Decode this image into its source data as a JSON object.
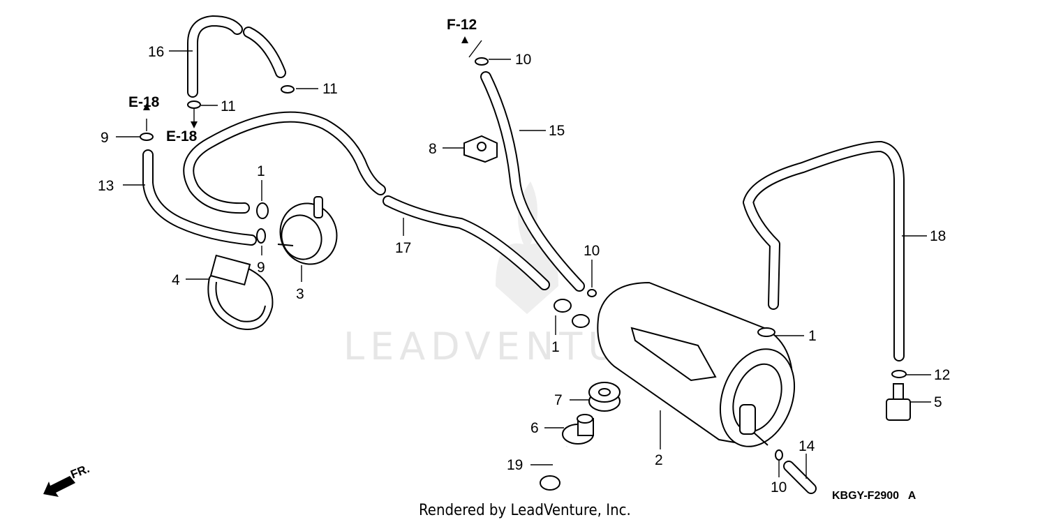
{
  "watermark": "LEADVENTURE",
  "footer": "Rendered by LeadVenture, Inc.",
  "diagram_code": "KBGY-F2900   A",
  "direction_label": "FR.",
  "references": {
    "f12": "F-12",
    "e18_top": "E-18",
    "e18_bottom": "E-18"
  },
  "callouts": {
    "c16": "16",
    "c11a": "11",
    "c11b": "11",
    "c9a": "9",
    "c13": "13",
    "c1a": "1",
    "c9b": "9",
    "c3": "3",
    "c4": "4",
    "c10a": "10",
    "c15": "15",
    "c8": "8",
    "c17": "17",
    "c10b": "10",
    "c1b": "1",
    "c18": "18",
    "c1c": "1",
    "c12": "12",
    "c5": "5",
    "c7": "7",
    "c6": "6",
    "c2": "2",
    "c14": "14",
    "c19": "19",
    "c10c": "10"
  }
}
